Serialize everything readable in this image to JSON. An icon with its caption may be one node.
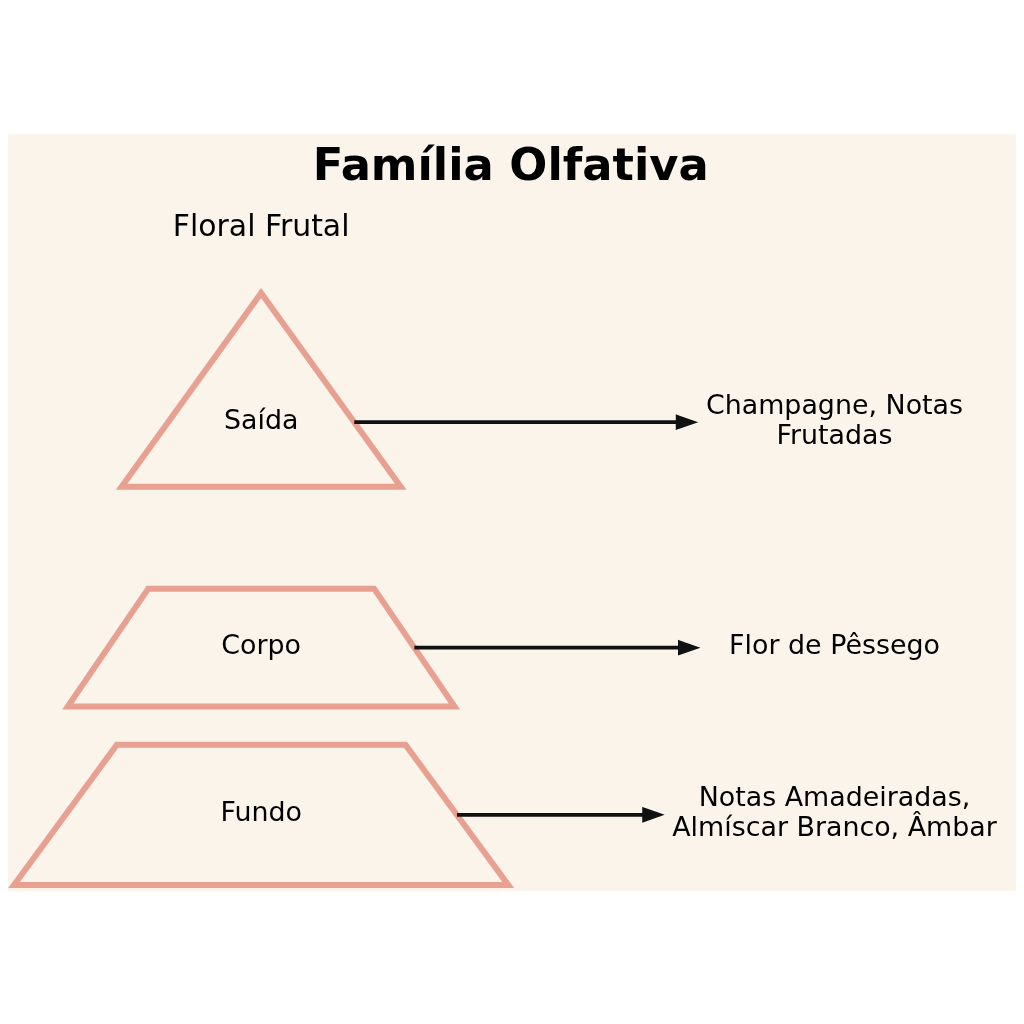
{
  "diagram": {
    "title": "Família Olfativa",
    "nodes": [
      {
        "text": [
          "Saída"
        ]
      },
      {
        "text": [
          "Champagne, Notas Frutadas"
        ]
      },
      {
        "text": [
          "Corpo"
        ]
      },
      {
        "text": [
          "Flor de Pêssego"
        ]
      },
      {
        "text": [
          "Fundo"
        ]
      },
      {
        "text": [
          "Notas Amadeiradas, Almíscar Branco, Âmbar"
        ]
      }
    ],
    "edges": [
      {
        "from": 0,
        "to": 1,
        "arrow": "to"
      },
      {
        "from": 2,
        "to": 3,
        "arrow": "to"
      },
      {
        "from": 4,
        "to": 5,
        "arrow": "to"
      }
    ],
    "labels": [
      "Floral Frutal"
    ]
  }
}
